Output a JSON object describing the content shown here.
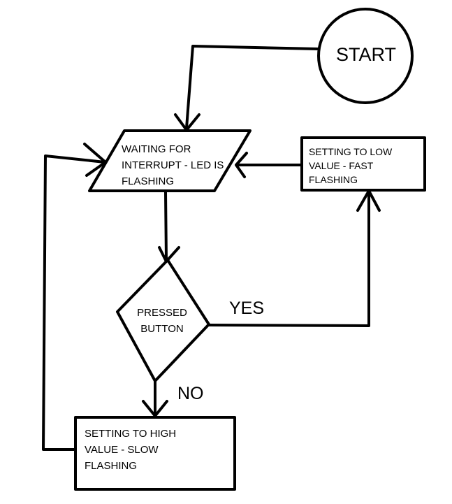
{
  "flowchart": {
    "start": {
      "label": "START"
    },
    "waiting": {
      "label": "WAITING FOR\nINTERRUPT - LED IS\nFLASHING"
    },
    "low_value": {
      "label": "SETTING TO LOW\nVALUE - FAST FLASHING"
    },
    "decision": {
      "label": "PRESSED\nBUTTON"
    },
    "high_value": {
      "label": "SETTING TO HIGH\nVALUE - SLOW\nFLASHING"
    },
    "edges": {
      "yes": "YES",
      "no": "NO"
    }
  },
  "colors": {
    "stroke": "#000000",
    "background": "#ffffff"
  }
}
